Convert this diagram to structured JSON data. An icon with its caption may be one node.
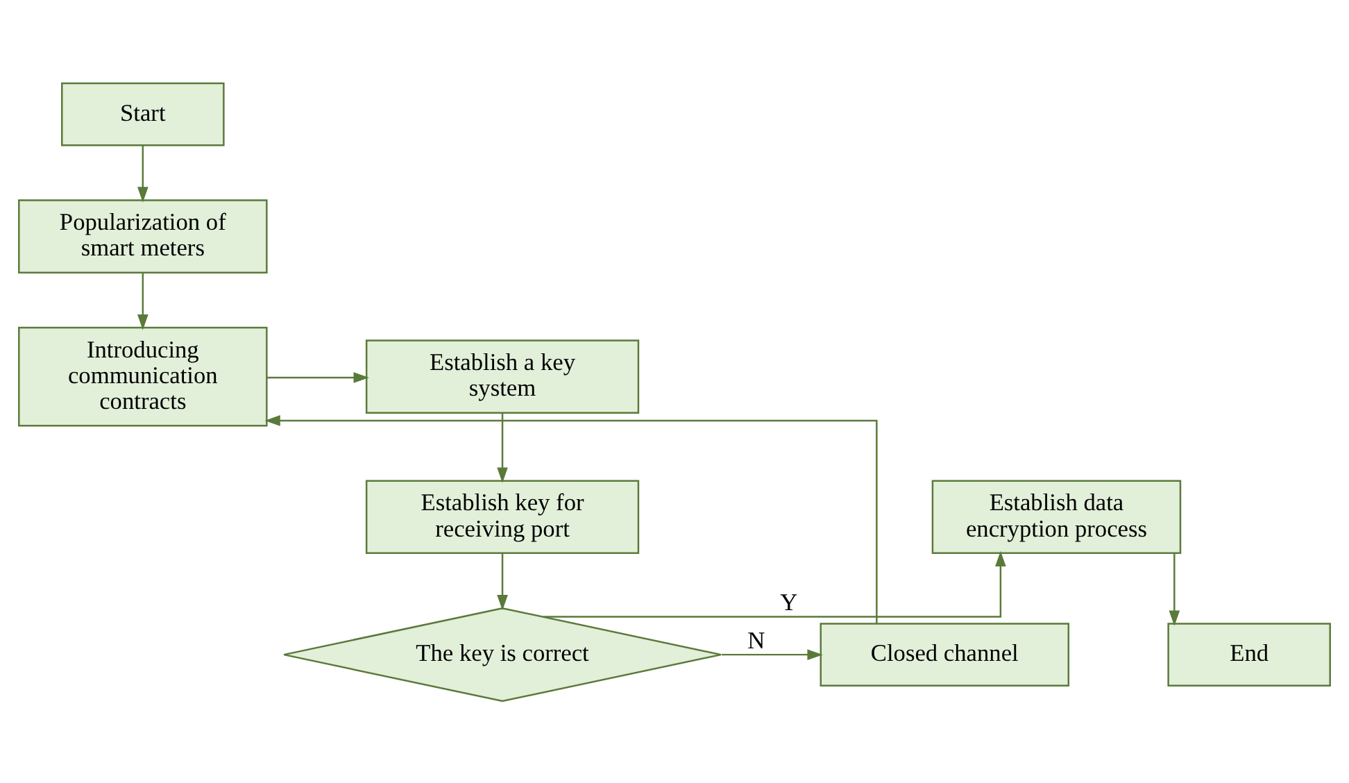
{
  "diagram": {
    "nodes": [
      {
        "text": [
          "Start"
        ]
      },
      {
        "text": [
          "Popularization of smart meters"
        ]
      },
      {
        "text": [
          "Introducing communication contracts"
        ]
      },
      {
        "text": [
          "Establish a key system"
        ]
      },
      {
        "text": [
          "Establish key for receiving port"
        ]
      },
      {
        "text": [
          "The key is correct"
        ]
      },
      {
        "text": [
          "Establish data encryption process"
        ]
      },
      {
        "text": [
          "Closed channel"
        ]
      },
      {
        "text": [
          "End"
        ]
      }
    ],
    "edges": [
      {
        "from": 0,
        "to": 1,
        "arrow": "to"
      },
      {
        "from": 1,
        "to": 2,
        "arrow": "to"
      },
      {
        "from": 2,
        "to": 3,
        "arrow": "to"
      },
      {
        "from": 3,
        "to": 4,
        "arrow": "to"
      },
      {
        "from": 4,
        "to": 5,
        "arrow": "to"
      },
      {
        "from": 5,
        "to": 6,
        "arrow": "to",
        "label": "Y"
      },
      {
        "from": 5,
        "to": 7,
        "arrow": "to",
        "label": "N"
      },
      {
        "from": 7,
        "to": 2,
        "arrow": "to"
      },
      {
        "from": 6,
        "to": 8,
        "arrow": "to"
      }
    ]
  }
}
